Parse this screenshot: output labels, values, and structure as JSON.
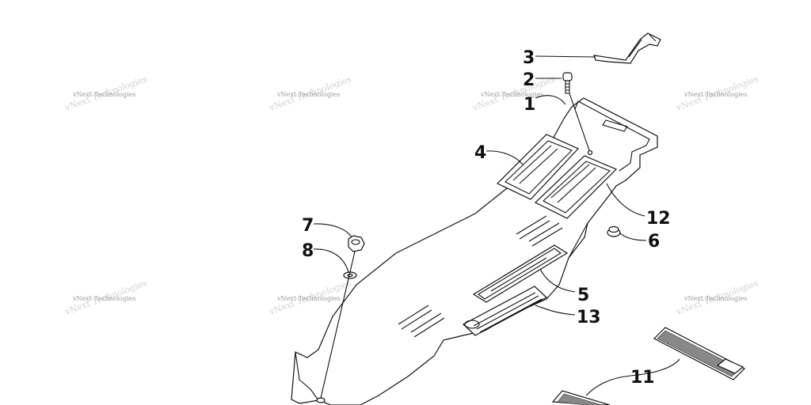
{
  "watermark": {
    "text": "vNext Technologies"
  },
  "callouts": [
    {
      "id": "1",
      "label": "1"
    },
    {
      "id": "2",
      "label": "2"
    },
    {
      "id": "3",
      "label": "3"
    },
    {
      "id": "4",
      "label": "4"
    },
    {
      "id": "5",
      "label": "5"
    },
    {
      "id": "6",
      "label": "6"
    },
    {
      "id": "7",
      "label": "7"
    },
    {
      "id": "8",
      "label": "8"
    },
    {
      "id": "11",
      "label": "11"
    },
    {
      "id": "12",
      "label": "12"
    },
    {
      "id": "13",
      "label": "13"
    }
  ]
}
